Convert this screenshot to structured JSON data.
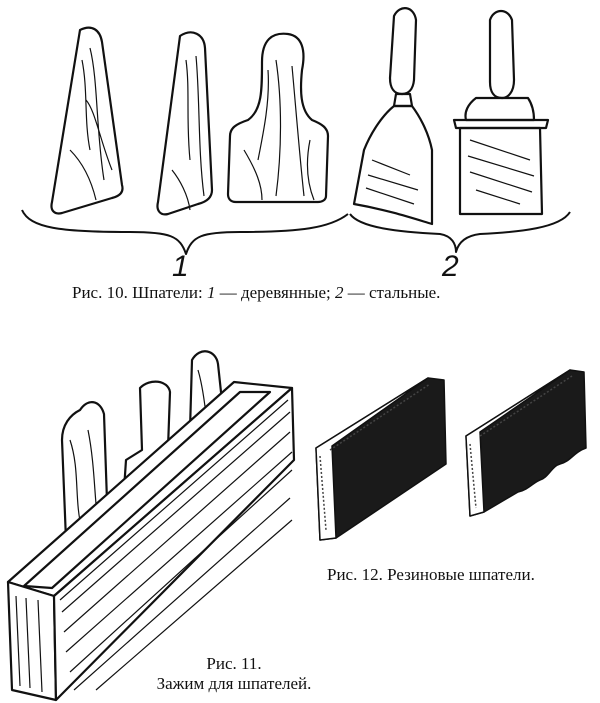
{
  "fig10": {
    "label_1": "1",
    "label_2": "2",
    "caption_prefix": "Рис. 10. Шпатели: ",
    "caption_n1": "1",
    "caption_part1": " — деревянные; ",
    "caption_n2": "2",
    "caption_part2": " — стальные."
  },
  "fig11": {
    "caption_line1": "Рис. 11.",
    "caption_line2": "Зажим для шпателей."
  },
  "fig12": {
    "caption": "Рис. 12. Резиновые шпатели."
  }
}
